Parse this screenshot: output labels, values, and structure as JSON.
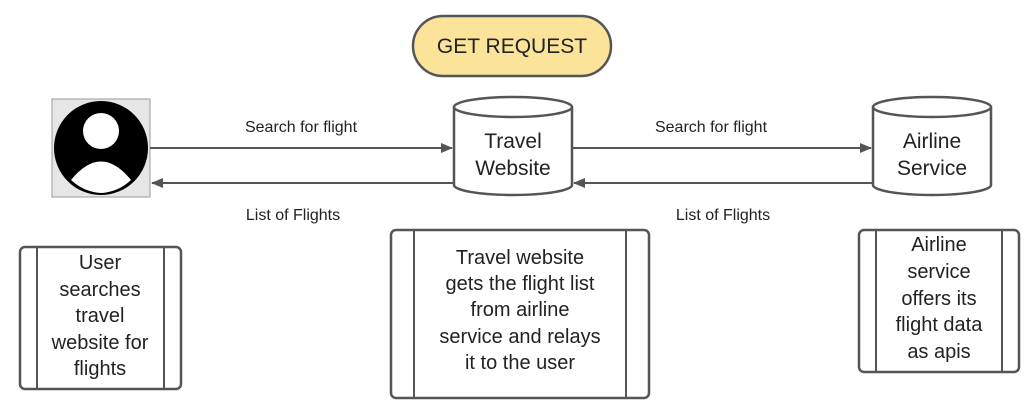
{
  "diagram": {
    "title": "GET REQUEST",
    "nodes": {
      "user_icon": "user-avatar-icon",
      "travel_website": [
        "Travel",
        "Website"
      ],
      "airline_service": [
        "Airline",
        "Service"
      ]
    },
    "edges": {
      "user_to_travel": "Search for flight",
      "travel_to_user": "List of Flights",
      "travel_to_airline": "Search for flight",
      "airline_to_travel": "List of Flights"
    },
    "notes": {
      "user": [
        "User",
        "searches",
        "travel",
        "website for",
        "flights"
      ],
      "travel": [
        "Travel website",
        "gets the flight list",
        "from airline",
        "service and relays",
        "it to the user"
      ],
      "airline": [
        "Airline",
        "service",
        "offers its",
        "flight data",
        "as apis"
      ]
    },
    "colors": {
      "title_fill": "#fbe49a",
      "stroke": "#555555",
      "avatar_background": "#e6e6e6",
      "avatar_circle": "#000000"
    }
  }
}
